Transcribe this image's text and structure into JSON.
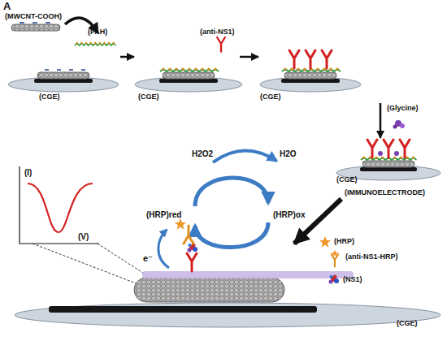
{
  "diagram": {
    "nodes": [
      {
        "text": [
          "(CGE)"
        ]
      },
      {
        "text": [
          "(CGE)"
        ]
      },
      {
        "text": [
          "(CGE)"
        ]
      },
      {
        "text": [
          "(CGE)",
          "(IMMUNOELECTRODE)"
        ]
      },
      {
        "text": [
          "(CGE)"
        ]
      }
    ],
    "edges": [
      {
        "from": 0,
        "to": 1,
        "arrow": "to",
        "label": "(PAH)"
      },
      {
        "from": 1,
        "to": 2,
        "arrow": "to",
        "label": "(anti-NS1)"
      },
      {
        "from": 2,
        "to": 3,
        "arrow": "to",
        "label": "(Glycine)"
      },
      {
        "from": 3,
        "to": 4,
        "arrow": "to"
      }
    ],
    "labels": [
      "A",
      "(MWCNT-COOH)",
      "H2O2",
      "H2O",
      "(HRP)red",
      "(HRP)ox",
      "(I)",
      "(V)",
      "e⁻"
    ],
    "legend": [
      {
        "text": "(HRP)"
      },
      {
        "text": "(anti-NS1-HRP)"
      },
      {
        "text": "(NS1)"
      }
    ]
  }
}
